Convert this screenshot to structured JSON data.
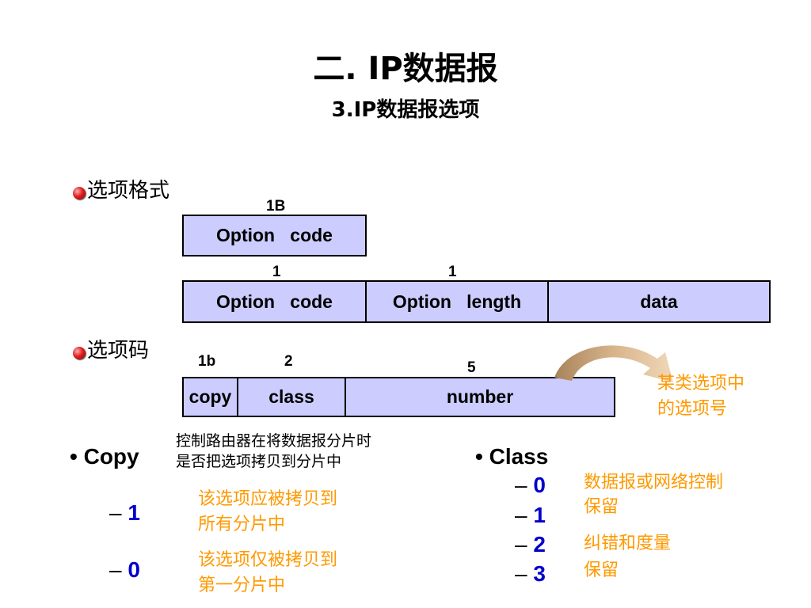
{
  "title": "二. IP数据报",
  "subtitle": "3.IP数据报选项",
  "sections": {
    "format_label": "选项格式",
    "code_label": "选项码"
  },
  "diagram1": {
    "size_label": "1B",
    "cells": [
      "Option   code"
    ]
  },
  "diagram2": {
    "size_labels": [
      "1",
      "1"
    ],
    "cells": [
      "Option   code",
      "Option   length",
      "data"
    ]
  },
  "diagram3": {
    "size_labels": [
      "1b",
      "2",
      "5"
    ],
    "cells": [
      "copy",
      "class",
      "number"
    ],
    "annotation_lines": [
      "某类选项中",
      "的选项号"
    ],
    "arrow_color": "#cc9966"
  },
  "copy_section": {
    "heading": "Copy",
    "note_lines": [
      "控制路由器在将数据报分片时",
      "是否把选项拷贝到分片中"
    ],
    "items": [
      {
        "value": "1",
        "desc_lines": [
          "该选项应被拷贝到",
          "所有分片中"
        ]
      },
      {
        "value": "0",
        "desc_lines": [
          "该选项仅被拷贝到",
          "第一分片中"
        ]
      }
    ]
  },
  "class_section": {
    "heading": "Class",
    "values": [
      "0",
      "1",
      "2",
      "3"
    ],
    "descs": [
      "数据报或网络控制",
      "保留",
      "纠错和度量",
      "保留"
    ]
  },
  "colors": {
    "cell_fill": "#ccccff",
    "value_blue": "#0000cc",
    "desc_orange": "#ff9900",
    "bullet_red": "#e02020"
  }
}
